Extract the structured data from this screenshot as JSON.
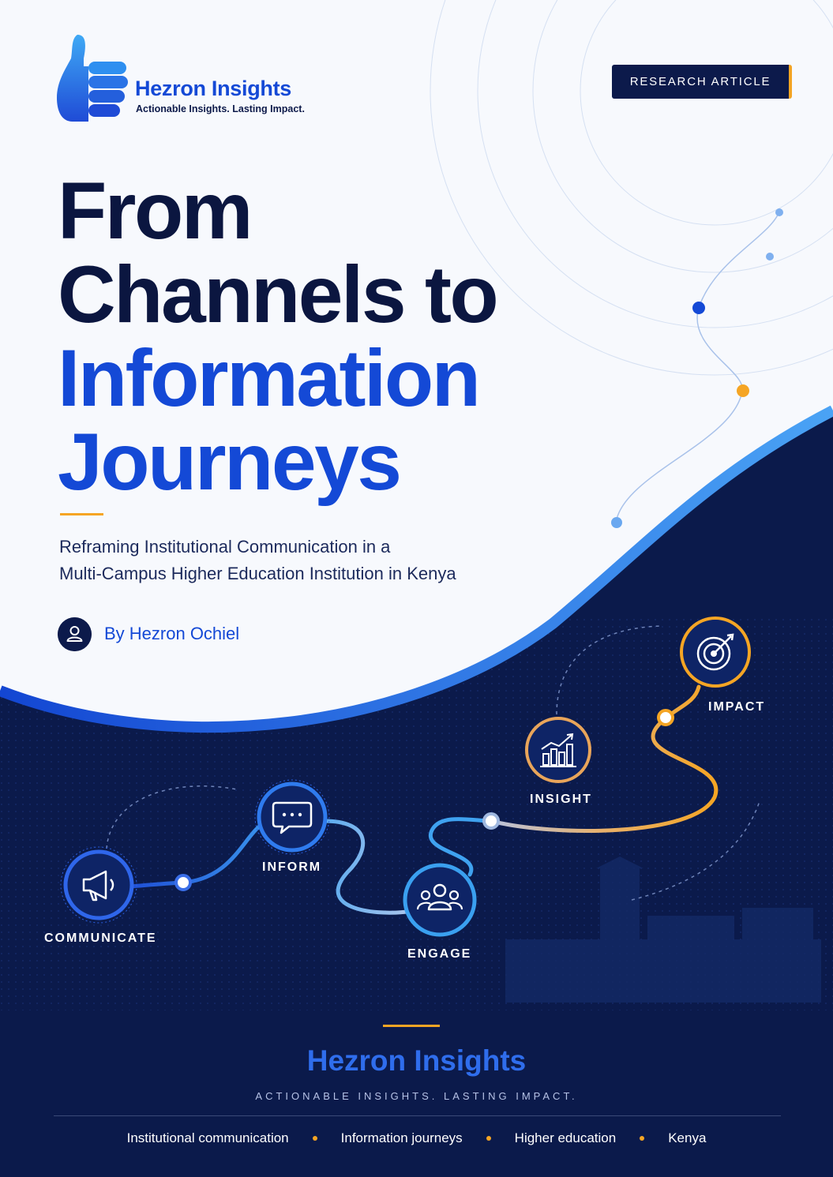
{
  "brand": {
    "name": "Hezron Insights",
    "tagline": "Actionable Insights. Lasting Impact."
  },
  "badge": "RESEARCH ARTICLE",
  "title": {
    "line1": "From",
    "line2": "Channels to",
    "line3": "Information",
    "line4": "Journeys"
  },
  "subtitle": {
    "line1": "Reframing Institutional Communication in a",
    "line2": "Multi-Campus Higher Education Institution in Kenya"
  },
  "author": "By Hezron Ochiel",
  "journey": {
    "stages": [
      {
        "label": "COMMUNICATE",
        "icon": "megaphone-icon"
      },
      {
        "label": "INFORM",
        "icon": "chat-bubble-icon"
      },
      {
        "label": "ENGAGE",
        "icon": "people-group-icon"
      },
      {
        "label": "INSIGHT",
        "icon": "bar-chart-icon"
      },
      {
        "label": "IMPACT",
        "icon": "target-icon"
      }
    ]
  },
  "footer": {
    "brand": "Hezron Insights",
    "tagline": "ACTIONABLE INSIGHTS. LASTING IMPACT.",
    "keywords": [
      "Institutional communication",
      "Information journeys",
      "Higher education",
      "Kenya"
    ]
  },
  "colors": {
    "navy": "#0c1a4b",
    "blue": "#1449d6",
    "orange": "#f5a524",
    "light_blue": "#3fa2f0"
  }
}
